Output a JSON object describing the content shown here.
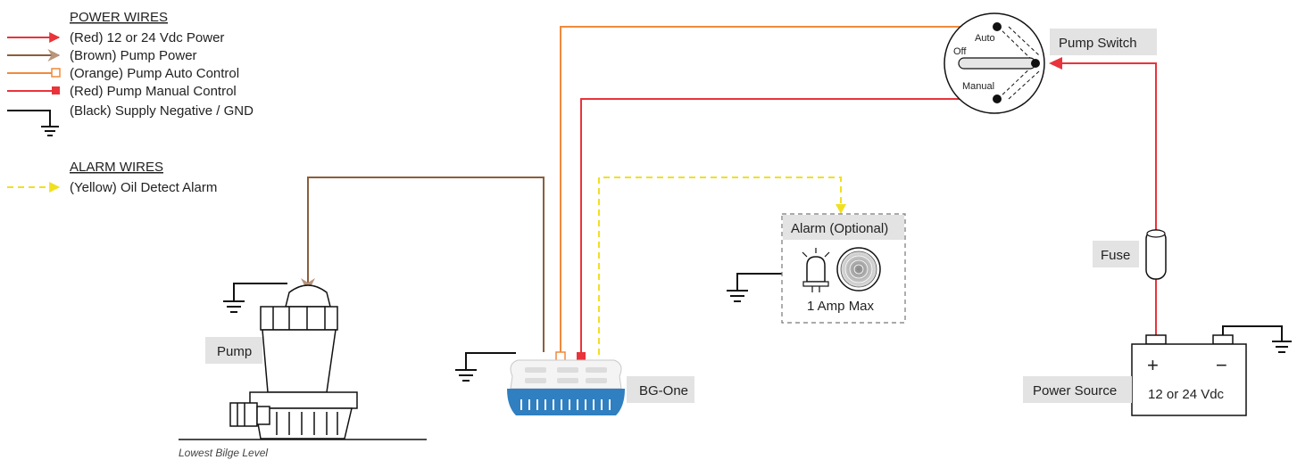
{
  "legend": {
    "power_heading": "POWER WIRES",
    "power_items": [
      {
        "label": "(Red) 12 or 24 Vdc Power",
        "color": "#e8343a"
      },
      {
        "label": "(Brown) Pump Power",
        "color": "#8b5e3c"
      },
      {
        "label": "(Orange) Pump Auto Control",
        "color": "#f08a3c"
      },
      {
        "label": "(Red) Pump Manual Control",
        "color": "#e8343a"
      },
      {
        "label": "(Black) Supply Negative / GND",
        "color": "#111111"
      }
    ],
    "alarm_heading": "ALARM WIRES",
    "alarm_items": [
      {
        "label": "(Yellow) Oil Detect Alarm",
        "color": "#f0e020"
      }
    ]
  },
  "components": {
    "pump_label": "Pump",
    "bilge_note": "Lowest Bilge Level",
    "bgone_label": "BG-One",
    "alarm_label": "Alarm (Optional)",
    "alarm_rating": "1 Amp Max",
    "switch_label": "Pump Switch",
    "switch_auto": "Auto",
    "switch_off": "Off",
    "switch_manual": "Manual",
    "fuse_label": "Fuse",
    "power_label": "Power Source",
    "battery_plus": "+",
    "battery_minus": "−",
    "battery_voltage": "12 or 24 Vdc"
  },
  "colors": {
    "red": "#e8343a",
    "brown": "#8b5e3c",
    "orange": "#f08a3c",
    "yellow": "#f0e020",
    "black": "#111111",
    "bgone_blue": "#2f7fc1"
  }
}
